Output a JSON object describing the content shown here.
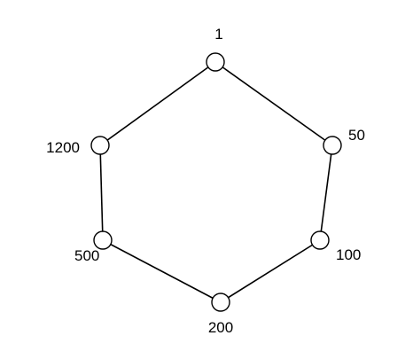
{
  "diagram": {
    "nodes": [
      {
        "id": "n1",
        "label": "1"
      },
      {
        "id": "n50",
        "label": "50"
      },
      {
        "id": "n100",
        "label": "100"
      },
      {
        "id": "n200",
        "label": "200"
      },
      {
        "id": "n500",
        "label": "500"
      },
      {
        "id": "n1200",
        "label": "1200"
      }
    ],
    "edges": [
      [
        "n1",
        "n50"
      ],
      [
        "n50",
        "n100"
      ],
      [
        "n100",
        "n200"
      ],
      [
        "n200",
        "n500"
      ],
      [
        "n500",
        "n1200"
      ],
      [
        "n1200",
        "n1"
      ]
    ]
  }
}
